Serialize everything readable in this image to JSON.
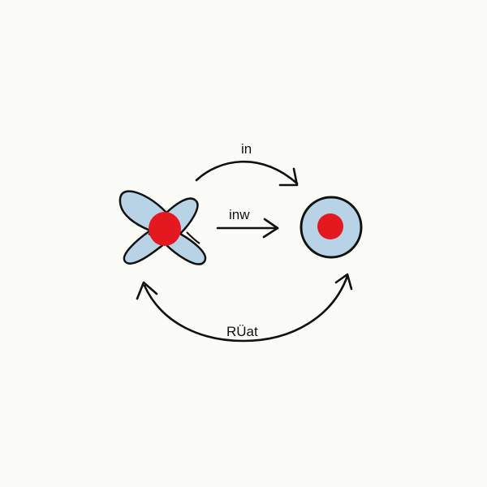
{
  "labels": {
    "top_arrow": "in",
    "middle_arrow": "inw",
    "bottom_arrow": "RÜat"
  },
  "colors": {
    "background": "#fbfbf8",
    "shape_fill": "#b9d3e6",
    "nucleus": "#e3191f",
    "stroke": "#111111"
  },
  "icons": {
    "left_shape": "four-lobed-cell-icon",
    "right_shape": "round-cell-icon"
  }
}
